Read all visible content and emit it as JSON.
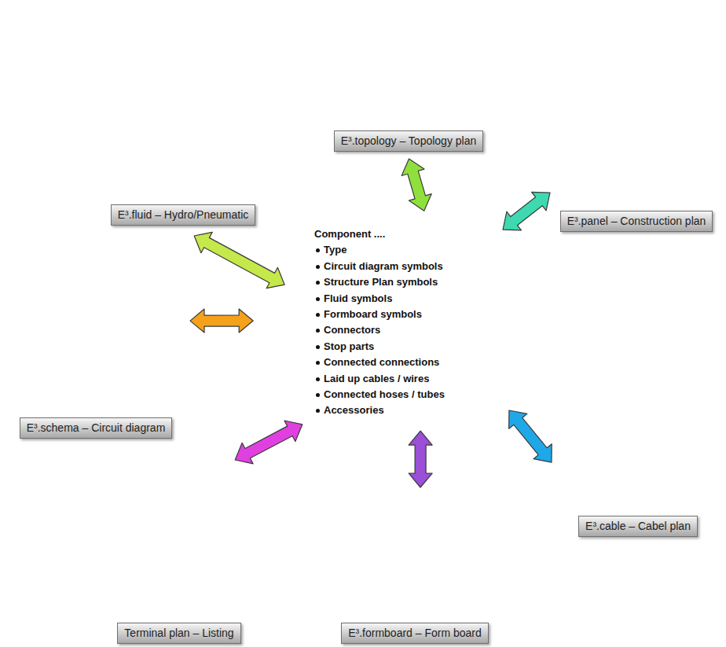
{
  "diagram": {
    "nodes": [
      {
        "text": [
          "E³.topology – Topology plan"
        ]
      },
      {
        "text": [
          "E³.fluid – Hydro/Pneumatic"
        ]
      },
      {
        "text": [
          "E³.panel – Construction plan"
        ]
      },
      {
        "text": [
          "Component ....",
          "Type",
          "Circuit diagram symbols",
          "Structure Plan symbols",
          "Fluid symbols",
          "Formboard symbols",
          "Connectors",
          "Stop parts",
          "Connected connections",
          "Laid up cables / wires",
          "Connected hoses / tubes",
          "Accessories"
        ]
      },
      {
        "text": [
          "E³.schema – Circuit diagram"
        ]
      },
      {
        "text": [
          "E³.cable – Cabel plan"
        ]
      },
      {
        "text": [
          "Terminal plan – Listing"
        ]
      },
      {
        "text": [
          "E³.formboard – Form board"
        ]
      }
    ],
    "edges": [
      {
        "from": 0,
        "to": 3,
        "arrow": "both"
      },
      {
        "from": 1,
        "to": 3,
        "arrow": "both"
      },
      {
        "from": 2,
        "to": 3,
        "arrow": "both"
      },
      {
        "from": 4,
        "to": 3,
        "arrow": "both"
      },
      {
        "from": 5,
        "to": 3,
        "arrow": "both"
      },
      {
        "from": 6,
        "to": 3,
        "arrow": "both"
      },
      {
        "from": 7,
        "to": 3,
        "arrow": "both"
      }
    ]
  }
}
